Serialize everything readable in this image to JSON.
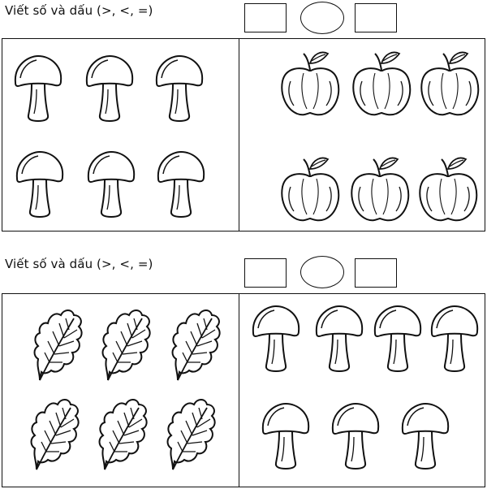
{
  "exercises": [
    {
      "instruction": "Viết số và dấu (>, <, =)",
      "left_group": {
        "object": "mushroom-icon",
        "count": 6
      },
      "right_group": {
        "object": "apple-icon",
        "count": 6
      }
    },
    {
      "instruction": "Viết số và dấu (>, <, =)",
      "left_group": {
        "object": "leaf-icon",
        "count": 6
      },
      "right_group": {
        "object": "mushroom-icon",
        "count": 7
      }
    }
  ],
  "colors": {
    "ink": "#111111",
    "paper": "#ffffff"
  }
}
